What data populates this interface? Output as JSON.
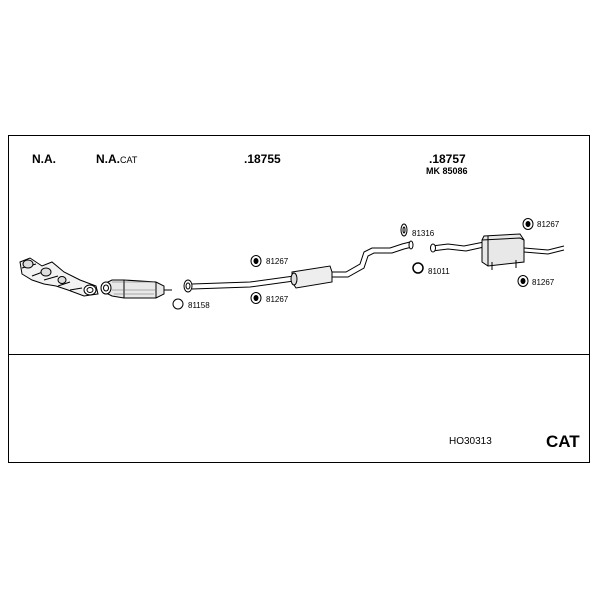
{
  "headers": {
    "na_1": "N.A.",
    "na_2_main": "N.A.",
    "na_2_suffix": "CAT",
    "part_18755": ".18755",
    "part_18757": ".18757",
    "mk_label": "MK 85086"
  },
  "callouts": {
    "c_81267_mid_top": "81267",
    "c_81267_mid_bot": "81267",
    "c_81158": "81158",
    "c_81316": "81316",
    "c_81011": "81011",
    "c_81267_rear_top": "81267",
    "c_81267_rear_bot": "81267"
  },
  "footer": {
    "code": "HO30313",
    "label": "CAT"
  }
}
